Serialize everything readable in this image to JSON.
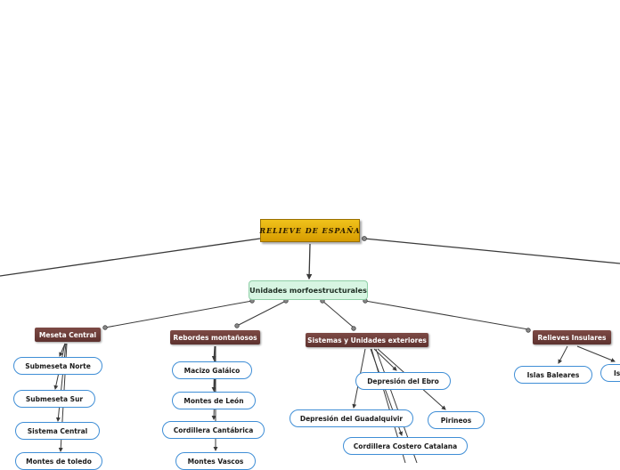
{
  "root": {
    "label": "RELIEVE DE ESPAÑA"
  },
  "main": {
    "label": "Unidades morfoestructurales"
  },
  "categories": [
    {
      "label": "Meseta Central",
      "children": [
        "Submeseta Norte",
        "Submeseta Sur",
        "Sistema Central",
        "Montes de toledo"
      ]
    },
    {
      "label": "Rebordes montañosos",
      "children": [
        "Macizo Galáico",
        "Montes de León",
        "Cordillera Cantábrica",
        "Montes Vascos"
      ]
    },
    {
      "label": "Sistemas y Unidades exteriores",
      "children": [
        "Depresión del Ebro",
        "Depresión del Guadalquivir",
        "Pirineos",
        "Cordillera Costero Catalana"
      ]
    },
    {
      "label": "Relieves Insulares",
      "children": [
        "Islas Baleares",
        "Islas Canarias"
      ]
    }
  ],
  "colors": {
    "root_fill": "#e9b611",
    "main_fill": "#d7f5e2",
    "category_fill": "#6b3d39",
    "leaf_border": "#3f8ed6",
    "connector": "#3a3a3a"
  }
}
